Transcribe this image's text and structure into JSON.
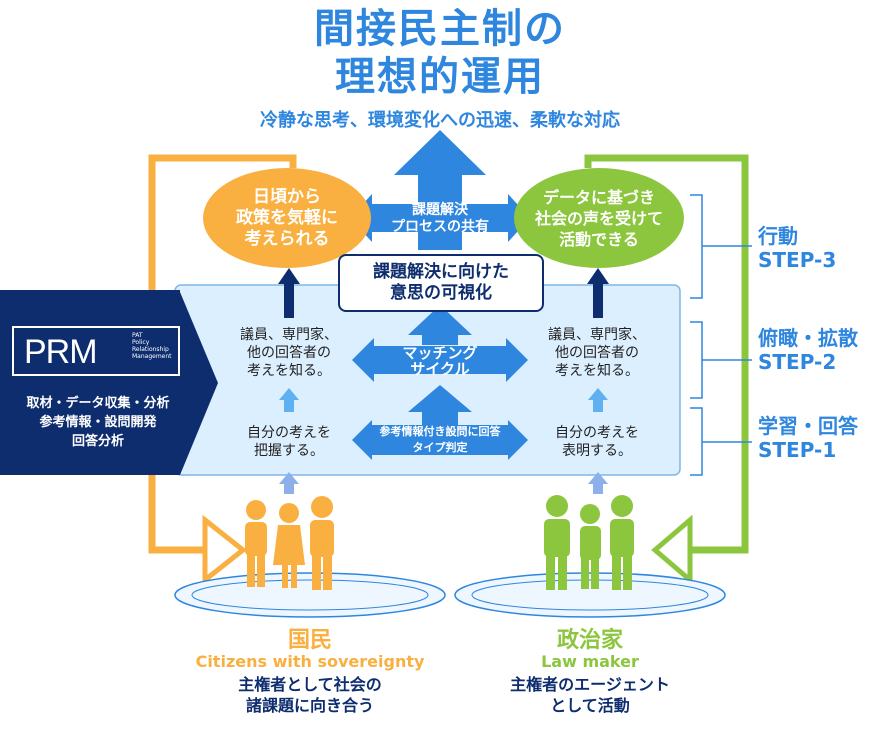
{
  "title": {
    "line1": "間接民主制の",
    "line2": "理想的運用",
    "subtitle": "冷静な思考、環境変化への迅速、柔軟な対応"
  },
  "bubbles": {
    "citizen": "日頃から\n政策を気軽に\n考えられる",
    "politician": "データに基づき\n社会の声を受けて\n活動できる",
    "shared": "課題解決\nプロセスの共有"
  },
  "center": {
    "visualize": "課題解決に向けた\n意思の可視化",
    "matching": "マッチング\nサイクル",
    "type_judgment": "参考情報付き設問に回答\nタイプ判定"
  },
  "left_texts": {
    "know": "議員、専門家、\n他の回答者の\n考えを知る。",
    "grasp": "自分の考えを\n把握する。"
  },
  "right_texts": {
    "know": "議員、専門家、\n他の回答者の\n考えを知る。",
    "express": "自分の考えを\n表明する。"
  },
  "prm": {
    "logo": "PRM",
    "sub": "PAT\nPolicy\nRelationship\nManagement",
    "desc": "取材・データ収集・分析\n参考情報・設問開発\n回答分析"
  },
  "steps": [
    {
      "label": "行動\nSTEP-3"
    },
    {
      "label": "俯瞰・拡散\nSTEP-2"
    },
    {
      "label": "学習・回答\nSTEP-1"
    }
  ],
  "citizens": {
    "jp": "国民",
    "en": "Citizens with sovereignty",
    "desc": "主権者として社会の\n諸課題に向き合う"
  },
  "lawmakers": {
    "jp": "政治家",
    "en": "Law maker",
    "desc": "主権者のエージェント\nとして活動"
  },
  "colors": {
    "blue": "#2e86de",
    "orange": "#f9b040",
    "green": "#8cc63f",
    "navy": "#0e2d6e",
    "light_blue": "#dcefff"
  }
}
